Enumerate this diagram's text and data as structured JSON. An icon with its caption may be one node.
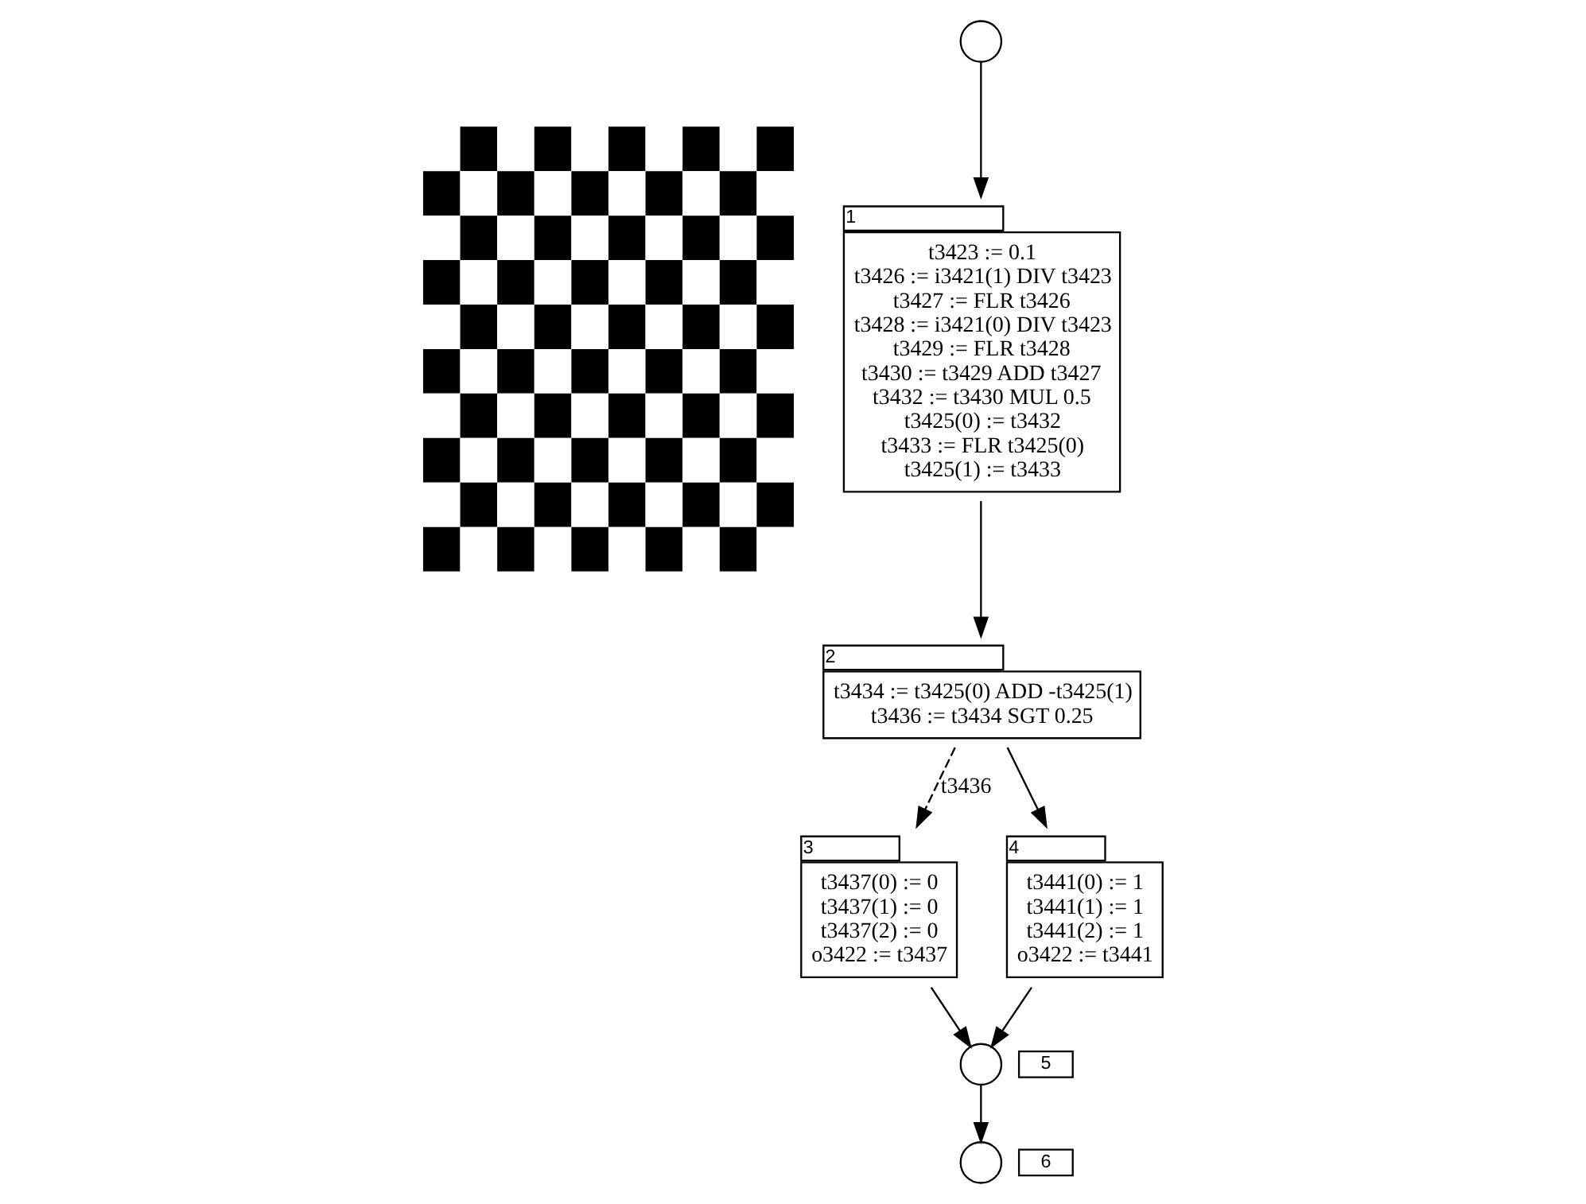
{
  "diagram": {
    "nodes": [
      {
        "text": [],
        "shape": "picture"
      },
      {
        "text": [],
        "shape": "circle"
      },
      {
        "text": [
          "t3423 := 0.1",
          "t3426 := i3421(1) DIV t3423",
          "t3427 := FLR t3426",
          "t3428 := i3421(0) DIV t3423",
          "t3429 := FLR t3428",
          "t3430 := t3429 ADD t3427",
          "t3432 := t3430 MUL 0.5",
          "t3425(0) := t3432",
          "t3433 := FLR t3425(0)",
          "t3425(1) := t3433"
        ],
        "beside": [
          "1"
        ]
      },
      {
        "text": [
          "t3434 := t3425(0) ADD -t3425(1)",
          "t3436 := t3434 SGT 0.25"
        ],
        "beside": [
          "2"
        ]
      },
      {
        "text": [
          "t3437(0) := 0",
          "t3437(1) := 0",
          "t3437(2) := 0",
          "o3422 := t3437"
        ],
        "beside": [
          "3"
        ]
      },
      {
        "text": [
          "t3441(0) := 1",
          "t3441(1) := 1",
          "t3441(2) := 1",
          "o3422 := t3441"
        ],
        "beside": [
          "4"
        ]
      },
      {
        "text": [],
        "shape": "circle",
        "beside": [
          "5"
        ]
      },
      {
        "text": [],
        "shape": "circle",
        "beside": [
          "6"
        ]
      }
    ],
    "edges": [
      {
        "from": 1,
        "to": 2,
        "arrow": "to"
      },
      {
        "from": 2,
        "to": 3,
        "arrow": "to"
      },
      {
        "from": 3,
        "to": 4,
        "arrow": "to",
        "label": "t3436",
        "style": "dashed"
      },
      {
        "from": 3,
        "to": 5,
        "arrow": "to"
      },
      {
        "from": 4,
        "to": 6,
        "arrow": "to"
      },
      {
        "from": 5,
        "to": 6,
        "arrow": "to"
      },
      {
        "from": 6,
        "to": 7,
        "arrow": "to"
      }
    ]
  }
}
